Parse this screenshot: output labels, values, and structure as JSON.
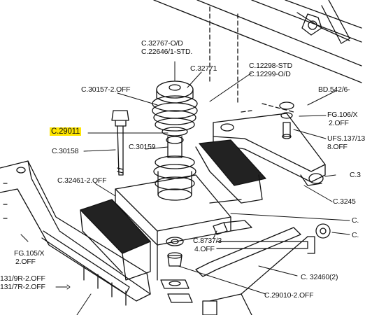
{
  "highlight_color": "#ffe600",
  "labels": {
    "l1": "C.32767-O/D",
    "l2": "C.22646/1-STD.",
    "l3": "C.32771",
    "l4": "C.12298-STD",
    "l5": "C.12299-O/D",
    "l6": "BD.542/6-",
    "l7": "C.30157-2.OFF",
    "l8": "FG.106/X",
    "l9": "2.OFF",
    "l10": "UFS.137/13",
    "l11": "8.OFF",
    "l12": "C.29011",
    "l13": "C.30158",
    "l14": "C.30159",
    "l15": "C.3",
    "l16": "C.32461-2.OFF",
    "l17": "C.3245",
    "l18": "C.",
    "l19": "C.",
    "l20": "C.8737/3",
    "l21": "4.OFF",
    "l22": "FG.105/X",
    "l23": "2.OFF",
    "l24": "131/9R-2.OFF",
    "l25": "131/7R-2.OFF",
    "l26": "C. 32460(2)",
    "l27": "C.29010-2.OFF"
  }
}
